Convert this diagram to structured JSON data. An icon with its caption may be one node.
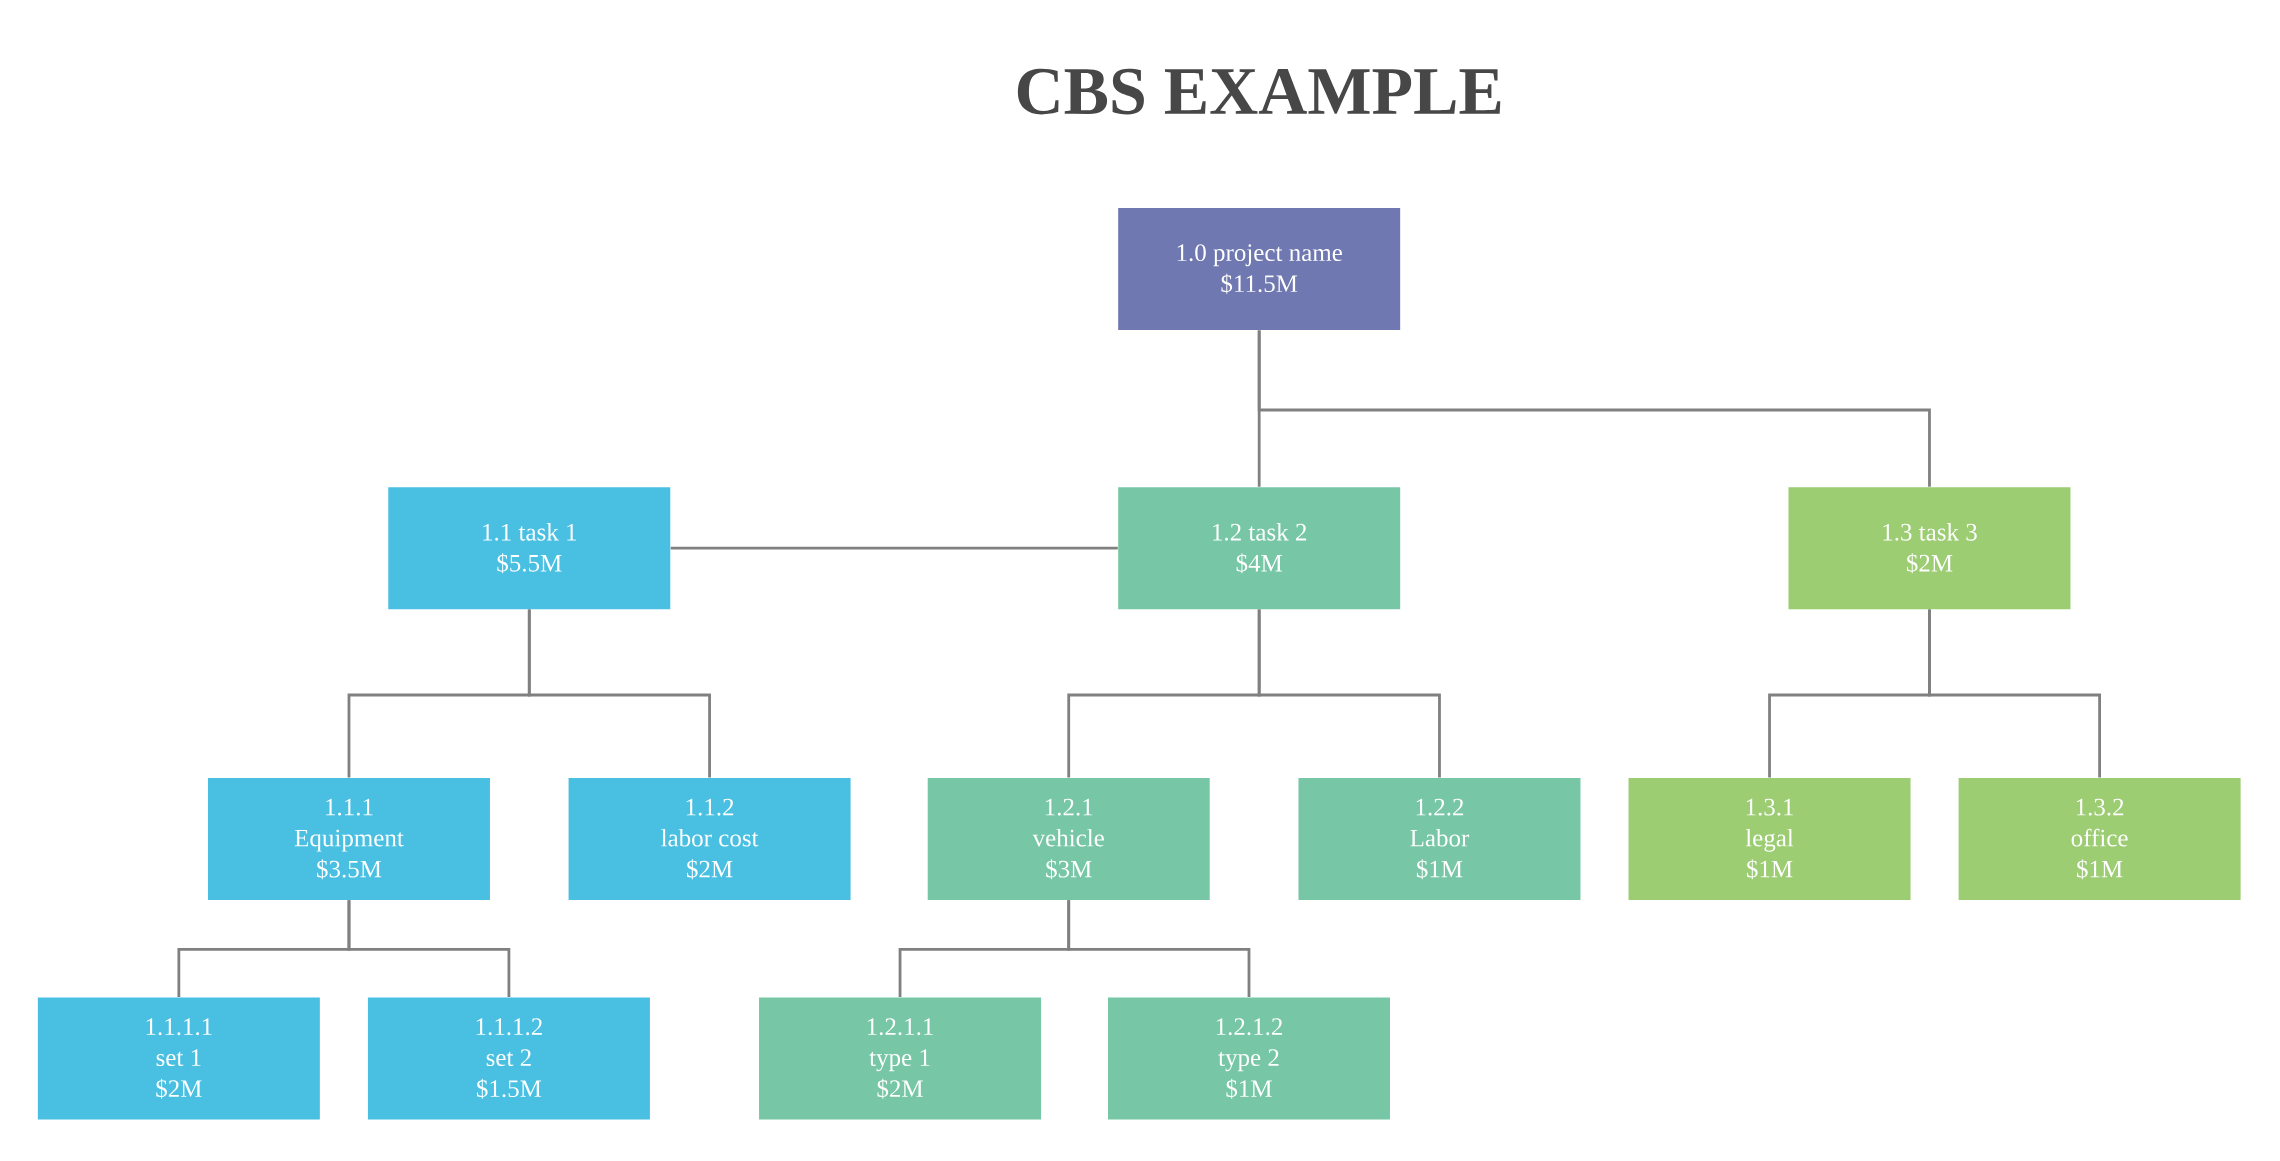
{
  "diagram": {
    "title": "CBS EXAMPLE",
    "nodes": [
      {
        "text": [
          "1.0 project name",
          "$11.5M"
        ]
      },
      {
        "text": [
          "1.1 task 1",
          "$5.5M"
        ]
      },
      {
        "text": [
          "1.2 task 2",
          "$4M"
        ]
      },
      {
        "text": [
          "1.3 task 3",
          "$2M"
        ]
      },
      {
        "text": [
          "1.1.1",
          "Equipment",
          "$3.5M"
        ]
      },
      {
        "text": [
          "1.1.2",
          "labor cost",
          "$2M"
        ]
      },
      {
        "text": [
          "1.2.1",
          "vehicle",
          "$3M"
        ]
      },
      {
        "text": [
          "1.2.2",
          "Labor",
          "$1M"
        ]
      },
      {
        "text": [
          "1.3.1",
          "legal",
          "$1M"
        ]
      },
      {
        "text": [
          "1.3.2",
          "office",
          "$1M"
        ]
      },
      {
        "text": [
          "1.1.1.1",
          "set 1",
          "$2M"
        ]
      },
      {
        "text": [
          "1.1.1.2",
          "set 2",
          "$1.5M"
        ]
      },
      {
        "text": [
          "1.2.1.1",
          "type 1",
          "$2M"
        ]
      },
      {
        "text": [
          "1.2.1.2",
          "type 2",
          "$1M"
        ]
      }
    ],
    "edges": [
      {
        "from": 0,
        "to": 2,
        "arrow": "none"
      },
      {
        "from": 0,
        "to": 3,
        "arrow": "none"
      },
      {
        "from": 2,
        "to": 1,
        "arrow": "none"
      },
      {
        "from": 1,
        "to": 4,
        "arrow": "none"
      },
      {
        "from": 1,
        "to": 5,
        "arrow": "none"
      },
      {
        "from": 2,
        "to": 6,
        "arrow": "none"
      },
      {
        "from": 2,
        "to": 7,
        "arrow": "none"
      },
      {
        "from": 3,
        "to": 8,
        "arrow": "none"
      },
      {
        "from": 3,
        "to": 9,
        "arrow": "none"
      },
      {
        "from": 4,
        "to": 10,
        "arrow": "none"
      },
      {
        "from": 4,
        "to": 11,
        "arrow": "none"
      },
      {
        "from": 6,
        "to": 12,
        "arrow": "none"
      },
      {
        "from": 6,
        "to": 13,
        "arrow": "none"
      }
    ]
  }
}
